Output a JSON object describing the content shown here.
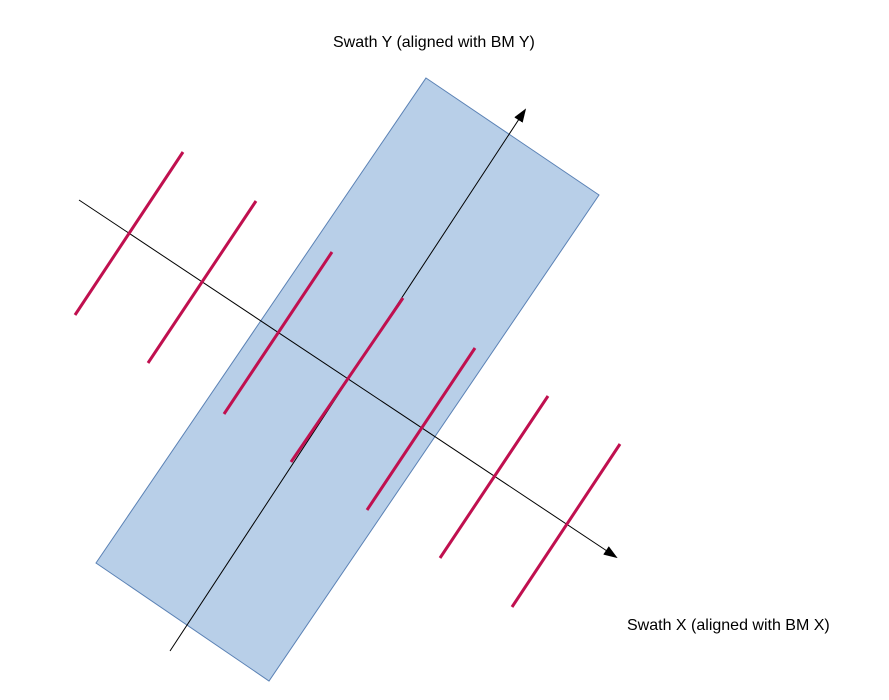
{
  "labels": {
    "swath_y": "Swath Y (aligned with BM Y)",
    "swath_x": "Swath X (aligned with BM X)"
  },
  "colors": {
    "background": "#ffffff",
    "swath_fill": "#b8cfe8",
    "swath_stroke": "#5b82b5",
    "axis": "#000000",
    "line_segments": "#c0104f"
  },
  "segments_count_note": "",
  "shape_names": [
    "swath-rectangle",
    "axis-y",
    "axis-x",
    "segment-1",
    "segment-2",
    "segment-3",
    "segment-4",
    "segment-5",
    "segment-6",
    "segment-7"
  ]
}
